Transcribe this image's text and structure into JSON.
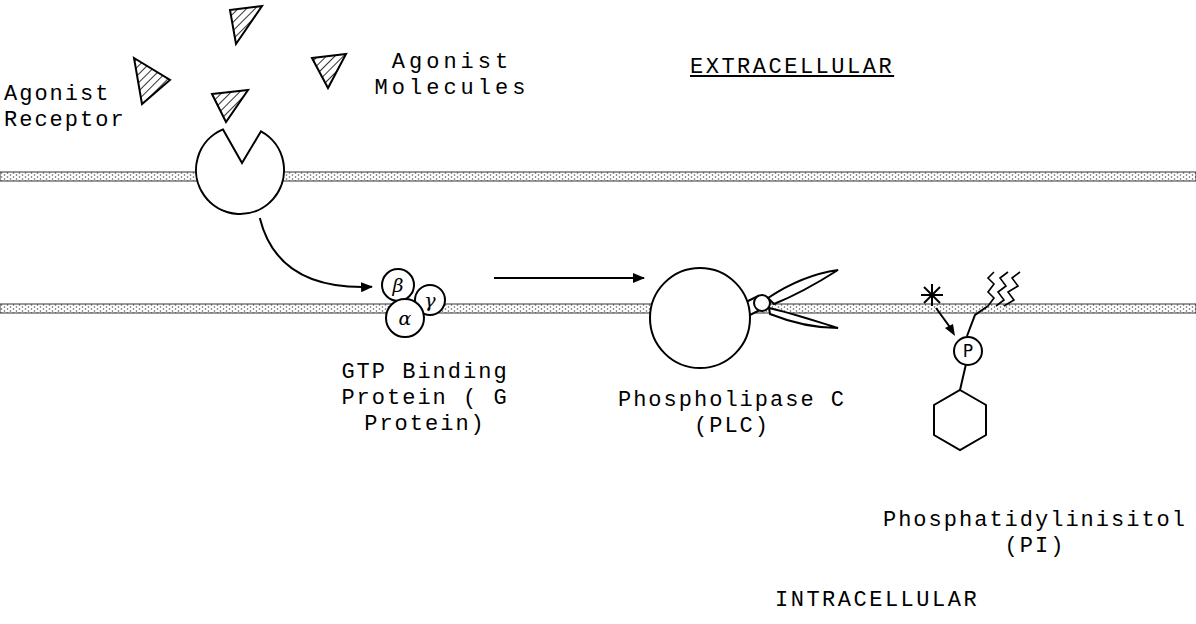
{
  "diagram": {
    "nodes": [
      {
        "text": [
          "Agonist Receptor"
        ]
      },
      {
        "text": [
          "GTP Binding Protein ( G Protein)"
        ]
      },
      {
        "text": [
          "β"
        ],
        "in": 1
      },
      {
        "text": [
          "γ"
        ],
        "in": 1
      },
      {
        "text": [
          "α"
        ],
        "in": 1
      },
      {
        "text": [
          "Phospholipase C (PLC)"
        ]
      },
      {
        "text": [
          "Phosphatidylinisitol (PI)"
        ]
      },
      {
        "text": [
          "P"
        ],
        "in": 6
      }
    ],
    "edges": [
      {
        "from": 0,
        "to": 1,
        "arrow": "to"
      },
      {
        "from": 1,
        "to": 5,
        "arrow": "to"
      }
    ],
    "labels": [
      "Agonist Molecules",
      "EXTRACELLULAR",
      "INTRACELLULAR"
    ]
  }
}
